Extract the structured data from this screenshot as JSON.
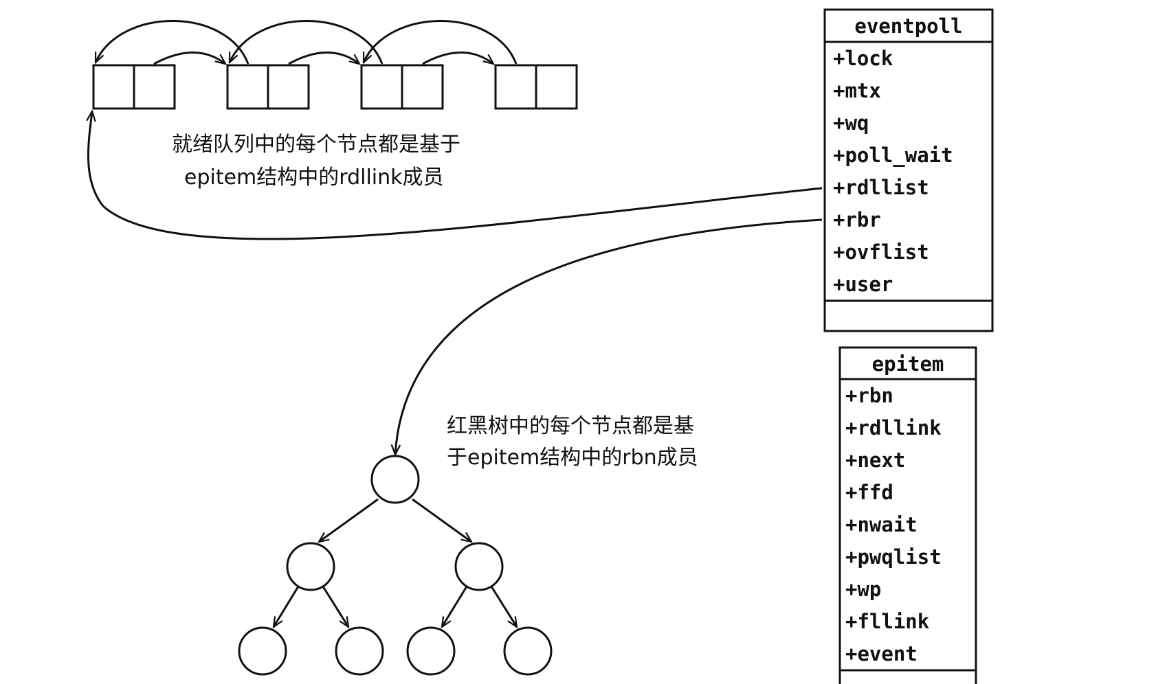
{
  "ready_list": {
    "node_count": 4,
    "caption": [
      "就绪队列中的每个节点都是基于",
      "epitem结构中的rdllink成员"
    ]
  },
  "rb_tree": {
    "levels": [
      1,
      2,
      4
    ],
    "caption": [
      "红黑树中的每个节点都是基",
      "于epitem结构中的rbn成员"
    ]
  },
  "eventpoll": {
    "title": "eventpoll",
    "fields": [
      "+lock",
      "+mtx",
      "+wq",
      "+poll_wait",
      "+rdllist",
      "+rbr",
      "+ovflist",
      "+user"
    ]
  },
  "epitem": {
    "title": "epitem",
    "fields": [
      "+rbn",
      "+rdllink",
      "+next",
      "+ffd",
      "+nwait",
      "+pwqlist",
      "+wp",
      "+fllink",
      "+event"
    ]
  }
}
